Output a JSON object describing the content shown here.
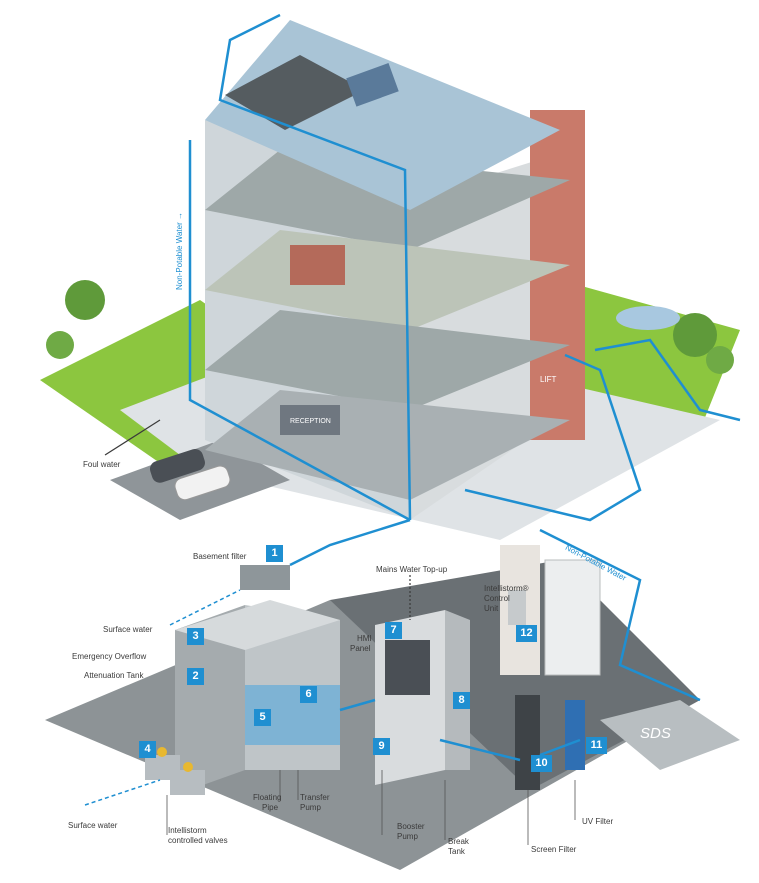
{
  "labels": {
    "basement_filter": "Basement filter",
    "mains_water": "Mains Water Top-up",
    "control_unit_1": "Intellistorm®",
    "control_unit_2": "Control",
    "control_unit_3": "Unit",
    "surface_water_top": "Surface water",
    "hmi_1": "HMI",
    "hmi_2": "Panel",
    "emergency_overflow": "Emergency Overflow",
    "attenuation_tank": "Attenuation Tank",
    "foul_water": "Foul water",
    "surface_water_bottom": "Surface water",
    "intellistorm_valves_1": "Intellistorm",
    "intellistorm_valves_2": "controlled valves",
    "floating_pipe_1": "Floating",
    "floating_pipe_2": "Pipe",
    "transfer_pump_1": "Transfer",
    "transfer_pump_2": "Pump",
    "booster_pump_1": "Booster",
    "booster_pump_2": "Pump",
    "break_tank_1": "Break",
    "break_tank_2": "Tank",
    "screen_filter": "Screen Filter",
    "uv_filter": "UV Filter",
    "non_potable_left": "Non-Potable Water →",
    "non_potable_right": "Non-Potable Water",
    "reception": "RECEPTION",
    "lift": "LIFT",
    "sds": "SDS"
  },
  "badges": [
    "1",
    "2",
    "3",
    "4",
    "5",
    "6",
    "7",
    "8",
    "9",
    "10",
    "11",
    "12"
  ],
  "colors": {
    "pipe": "#1f8fd1",
    "badge": "#1f8fd1",
    "grass": "#8cc63f",
    "brick": "#c97a6a",
    "roof": "#a9c4d6"
  }
}
